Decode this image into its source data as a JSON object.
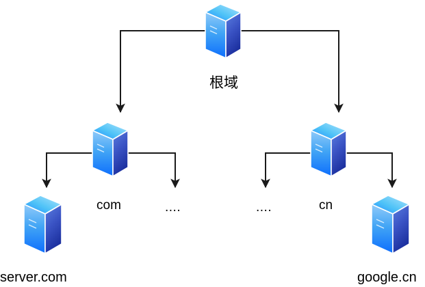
{
  "diagram": {
    "title": "DNS domain hierarchy",
    "background": "#ffffff",
    "line_color": "#1a1a1a",
    "text_color": "#000000",
    "icon": {
      "name": "server-icon",
      "top_face_color": "#29b6f6",
      "left_face_color": "#1e88ff",
      "right_face_color": "#3a53c4",
      "outline_color": "#ffffff"
    }
  },
  "nodes": {
    "root": {
      "label": "根域",
      "icon": "server-icon"
    },
    "com": {
      "label": "com",
      "icon": "server-icon"
    },
    "cn": {
      "label": "cn",
      "icon": "server-icon"
    },
    "com_other": {
      "label": "...."
    },
    "cn_other": {
      "label": "...."
    },
    "server_com": {
      "label": "server.com",
      "icon": "server-icon"
    },
    "google_cn": {
      "label": "google.cn",
      "icon": "server-icon"
    }
  },
  "edges": [
    {
      "name": "root-to-com",
      "from": "root",
      "to": "com"
    },
    {
      "name": "root-to-cn",
      "from": "root",
      "to": "cn"
    },
    {
      "name": "com-to-server-com",
      "from": "com",
      "to": "server_com"
    },
    {
      "name": "com-to-other",
      "from": "com",
      "to": "com_other"
    },
    {
      "name": "cn-to-other",
      "from": "cn",
      "to": "cn_other"
    },
    {
      "name": "cn-to-google-cn",
      "from": "cn",
      "to": "google_cn"
    }
  ]
}
